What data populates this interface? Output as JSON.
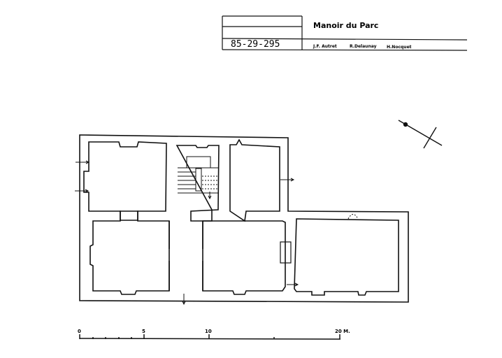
{
  "title_block": {
    "title": "Manoir du Parc",
    "reference": "85-29-295",
    "authors": [
      "J.F. Autret",
      "R.Delaunay",
      "H.Nocquet"
    ]
  },
  "scale_bar": {
    "labels": [
      "0",
      "5",
      "10",
      "20 M."
    ]
  },
  "colors": {
    "ink": "#111111",
    "paper": "#ffffff"
  }
}
